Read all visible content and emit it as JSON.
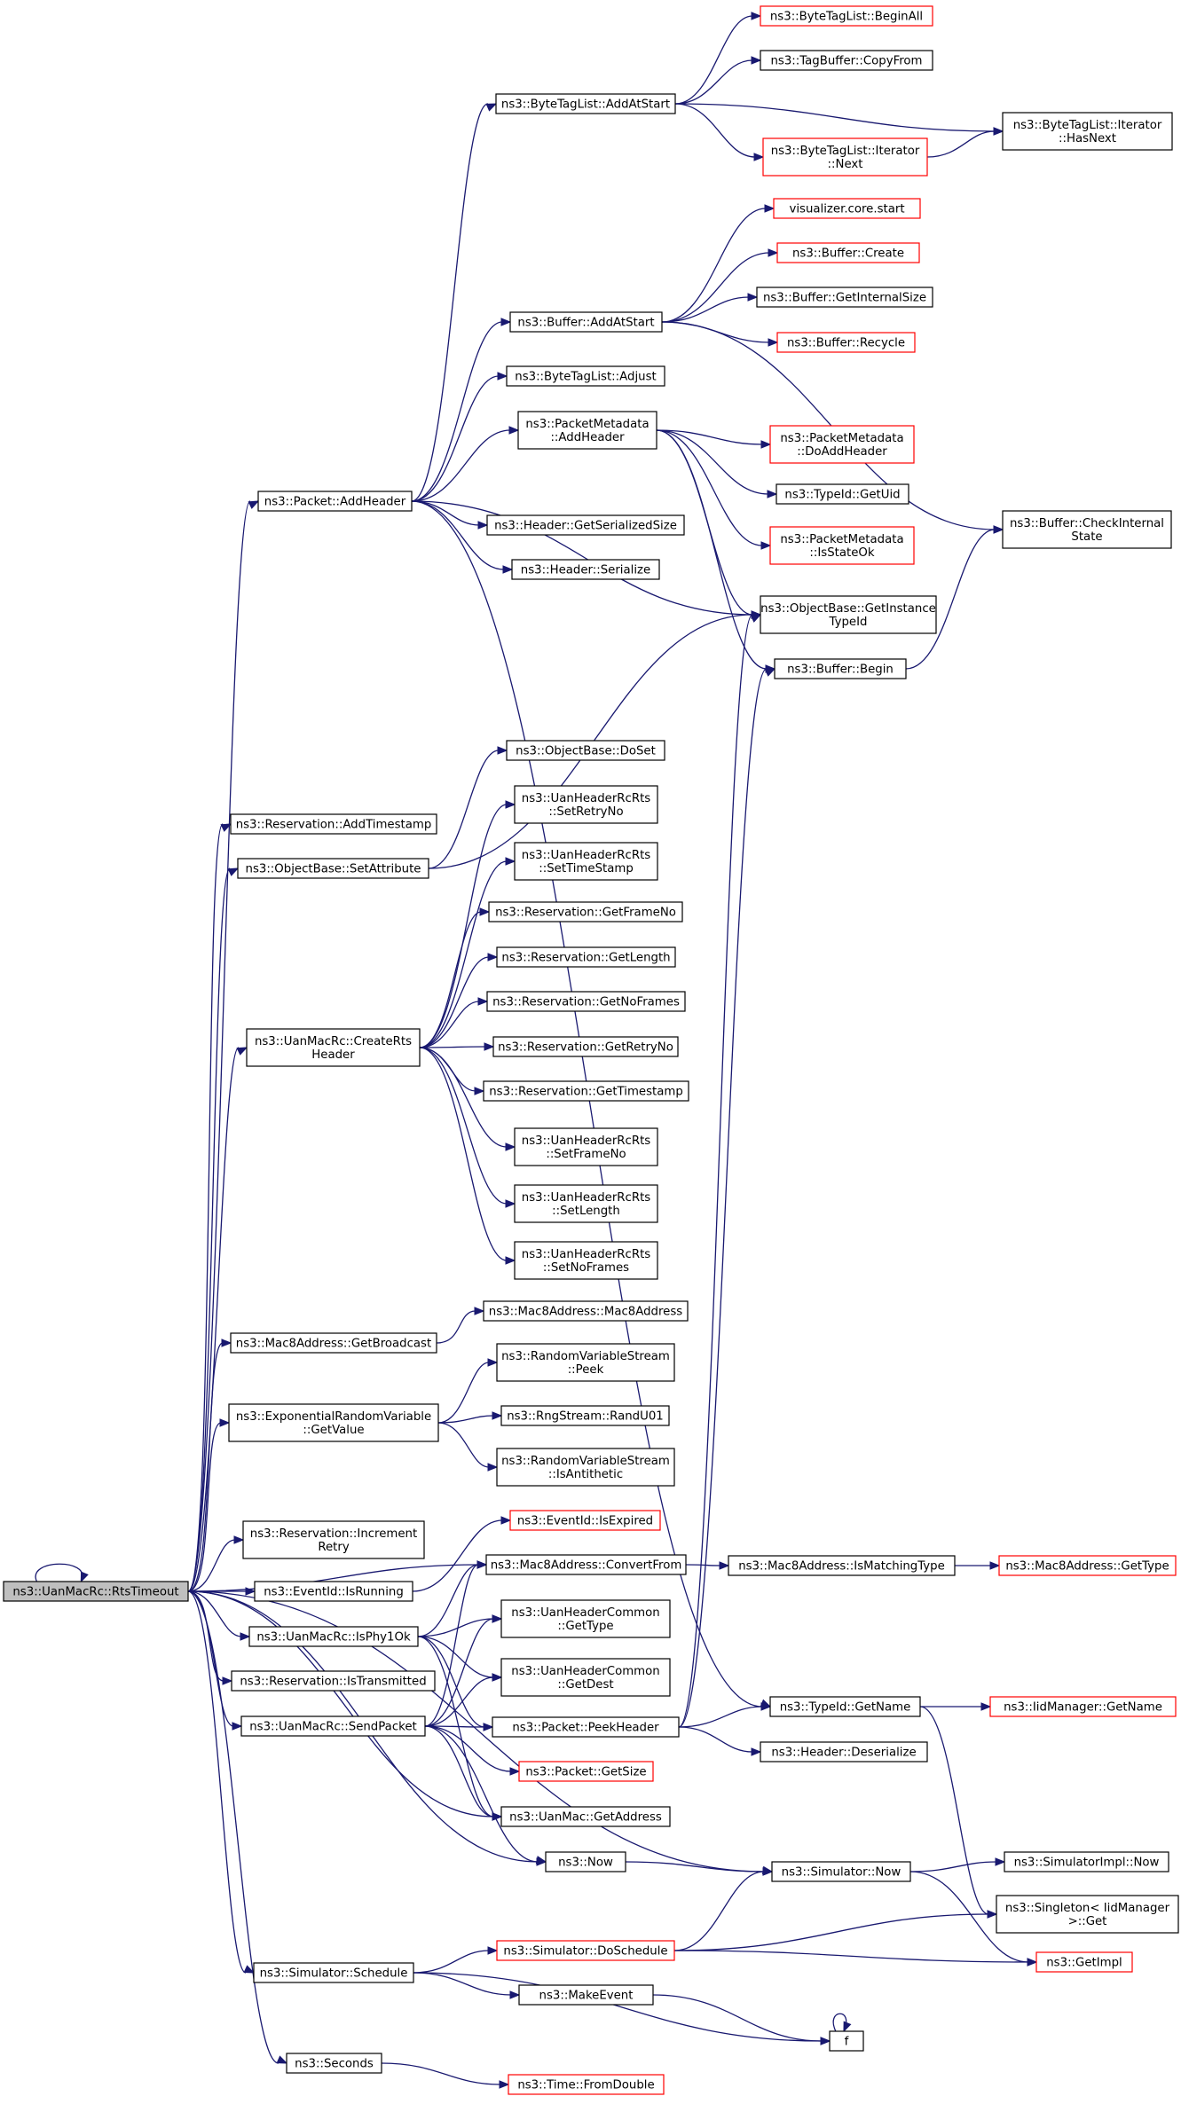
{
  "graph": {
    "root": "RtsTimeout",
    "colors": {
      "edge": "#191970",
      "normal_border": "#000000",
      "truncated_border": "#ff0000",
      "root_fill": "#bfbfbf"
    },
    "nodes": [
      {
        "id": "RtsTimeout",
        "lines": [
          "ns3::UanMacRc::RtsTimeout"
        ],
        "style": "root"
      },
      {
        "id": "AddHeader",
        "lines": [
          "ns3::Packet::AddHeader"
        ]
      },
      {
        "id": "ResAddTs",
        "lines": [
          "ns3::Reservation::AddTimestamp"
        ]
      },
      {
        "id": "SetAttribute",
        "lines": [
          "ns3::ObjectBase::SetAttribute"
        ]
      },
      {
        "id": "CreateRtsHeader",
        "lines": [
          "ns3::UanMacRc::CreateRts",
          "Header"
        ]
      },
      {
        "id": "GetBroadcast",
        "lines": [
          "ns3::Mac8Address::GetBroadcast"
        ]
      },
      {
        "id": "ExpGetValue",
        "lines": [
          "ns3::ExponentialRandomVariable",
          "::GetValue"
        ]
      },
      {
        "id": "IncRetry",
        "lines": [
          "ns3::Reservation::Increment",
          "Retry"
        ]
      },
      {
        "id": "IsRunning",
        "lines": [
          "ns3::EventId::IsRunning"
        ]
      },
      {
        "id": "IsPhy1Ok",
        "lines": [
          "ns3::UanMacRc::IsPhy1Ok"
        ]
      },
      {
        "id": "IsTransmitted",
        "lines": [
          "ns3::Reservation::IsTransmitted"
        ]
      },
      {
        "id": "SendPacket",
        "lines": [
          "ns3::UanMacRc::SendPacket"
        ]
      },
      {
        "id": "SimSchedule",
        "lines": [
          "ns3::Simulator::Schedule"
        ]
      },
      {
        "id": "Seconds",
        "lines": [
          "ns3::Seconds"
        ]
      },
      {
        "id": "BTLAddAtStart",
        "lines": [
          "ns3::ByteTagList::AddAtStart"
        ]
      },
      {
        "id": "BufAddAtStart",
        "lines": [
          "ns3::Buffer::AddAtStart"
        ]
      },
      {
        "id": "BTLAdjust",
        "lines": [
          "ns3::ByteTagList::Adjust"
        ]
      },
      {
        "id": "PMAddHeader",
        "lines": [
          "ns3::PacketMetadata",
          "::AddHeader"
        ]
      },
      {
        "id": "HdrSerSize",
        "lines": [
          "ns3::Header::GetSerializedSize"
        ]
      },
      {
        "id": "HdrSerialize",
        "lines": [
          "ns3::Header::Serialize"
        ]
      },
      {
        "id": "DoSet",
        "lines": [
          "ns3::ObjectBase::DoSet"
        ]
      },
      {
        "id": "SetRetryNo",
        "lines": [
          "ns3::UanHeaderRcRts",
          "::SetRetryNo"
        ]
      },
      {
        "id": "SetTimeStamp",
        "lines": [
          "ns3::UanHeaderRcRts",
          "::SetTimeStamp"
        ]
      },
      {
        "id": "GetFrameNo",
        "lines": [
          "ns3::Reservation::GetFrameNo"
        ]
      },
      {
        "id": "GetLength",
        "lines": [
          "ns3::Reservation::GetLength"
        ]
      },
      {
        "id": "GetNoFrames",
        "lines": [
          "ns3::Reservation::GetNoFrames"
        ]
      },
      {
        "id": "GetRetryNo",
        "lines": [
          "ns3::Reservation::GetRetryNo"
        ]
      },
      {
        "id": "GetTimestamp",
        "lines": [
          "ns3::Reservation::GetTimestamp"
        ]
      },
      {
        "id": "SetFrameNo",
        "lines": [
          "ns3::UanHeaderRcRts",
          "::SetFrameNo"
        ]
      },
      {
        "id": "SetLength",
        "lines": [
          "ns3::UanHeaderRcRts",
          "::SetLength"
        ]
      },
      {
        "id": "SetNoFrames",
        "lines": [
          "ns3::UanHeaderRcRts",
          "::SetNoFrames"
        ]
      },
      {
        "id": "Mac8Ctor",
        "lines": [
          "ns3::Mac8Address::Mac8Address"
        ]
      },
      {
        "id": "RVSPeek",
        "lines": [
          "ns3::RandomVariableStream",
          "::Peek"
        ]
      },
      {
        "id": "RandU01",
        "lines": [
          "ns3::RngStream::RandU01"
        ]
      },
      {
        "id": "IsAntithetic",
        "lines": [
          "ns3::RandomVariableStream",
          "::IsAntithetic"
        ]
      },
      {
        "id": "IsExpired",
        "lines": [
          "ns3::EventId::IsExpired"
        ],
        "style": "red"
      },
      {
        "id": "ConvertFrom",
        "lines": [
          "ns3::Mac8Address::ConvertFrom"
        ]
      },
      {
        "id": "HCGetType",
        "lines": [
          "ns3::UanHeaderCommon",
          "::GetType"
        ]
      },
      {
        "id": "HCGetDest",
        "lines": [
          "ns3::UanHeaderCommon",
          "::GetDest"
        ]
      },
      {
        "id": "PeekHeader",
        "lines": [
          "ns3::Packet::PeekHeader"
        ]
      },
      {
        "id": "PktGetSize",
        "lines": [
          "ns3::Packet::GetSize"
        ],
        "style": "red"
      },
      {
        "id": "UanMacGetAddr",
        "lines": [
          "ns3::UanMac::GetAddress"
        ]
      },
      {
        "id": "Now",
        "lines": [
          "ns3::Now"
        ]
      },
      {
        "id": "DoSchedule",
        "lines": [
          "ns3::Simulator::DoSchedule"
        ],
        "style": "red"
      },
      {
        "id": "MakeEvent",
        "lines": [
          "ns3::MakeEvent"
        ]
      },
      {
        "id": "FromDouble",
        "lines": [
          "ns3::Time::FromDouble"
        ],
        "style": "red"
      },
      {
        "id": "BeginAll",
        "lines": [
          "ns3::ByteTagList::BeginAll"
        ],
        "style": "red"
      },
      {
        "id": "TBCopyFrom",
        "lines": [
          "ns3::TagBuffer::CopyFrom"
        ]
      },
      {
        "id": "IterNext",
        "lines": [
          "ns3::ByteTagList::Iterator",
          "::Next"
        ],
        "style": "red"
      },
      {
        "id": "IterHasNext",
        "lines": [
          "ns3::ByteTagList::Iterator",
          "::HasNext"
        ]
      },
      {
        "id": "VizStart",
        "lines": [
          "visualizer.core.start"
        ],
        "style": "red"
      },
      {
        "id": "BufCreate",
        "lines": [
          "ns3::Buffer::Create"
        ],
        "style": "red"
      },
      {
        "id": "BufGetIntSize",
        "lines": [
          "ns3::Buffer::GetInternalSize"
        ]
      },
      {
        "id": "BufRecycle",
        "lines": [
          "ns3::Buffer::Recycle"
        ],
        "style": "red"
      },
      {
        "id": "PMDoAddHeader",
        "lines": [
          "ns3::PacketMetadata",
          "::DoAddHeader"
        ],
        "style": "red"
      },
      {
        "id": "TypeIdGetUid",
        "lines": [
          "ns3::TypeId::GetUid"
        ]
      },
      {
        "id": "PMIsStateOk",
        "lines": [
          "ns3::PacketMetadata",
          "::IsStateOk"
        ],
        "style": "red"
      },
      {
        "id": "GetInstTypeId",
        "lines": [
          "ns3::ObjectBase::GetInstance",
          "TypeId"
        ]
      },
      {
        "id": "BufBegin",
        "lines": [
          "ns3::Buffer::Begin"
        ]
      },
      {
        "id": "IsMatchingType",
        "lines": [
          "ns3::Mac8Address::IsMatchingType"
        ]
      },
      {
        "id": "TypeIdGetName",
        "lines": [
          "ns3::TypeId::GetName"
        ]
      },
      {
        "id": "HdrDeserialize",
        "lines": [
          "ns3::Header::Deserialize"
        ]
      },
      {
        "id": "SimNow",
        "lines": [
          "ns3::Simulator::Now"
        ]
      },
      {
        "id": "f",
        "lines": [
          "f"
        ]
      },
      {
        "id": "BufCheckInt",
        "lines": [
          "ns3::Buffer::CheckInternal",
          "State"
        ]
      },
      {
        "id": "Mac8GetType",
        "lines": [
          "ns3::Mac8Address::GetType"
        ],
        "style": "red"
      },
      {
        "id": "IidGetName",
        "lines": [
          "ns3::IidManager::GetName"
        ],
        "style": "red"
      },
      {
        "id": "SimImplNow",
        "lines": [
          "ns3::SimulatorImpl::Now"
        ]
      },
      {
        "id": "SingletonGet",
        "lines": [
          "ns3::Singleton< IidManager",
          ">::Get"
        ]
      },
      {
        "id": "GetImpl",
        "lines": [
          "ns3::GetImpl"
        ],
        "style": "red"
      }
    ],
    "edges": [
      [
        "RtsTimeout",
        "RtsTimeout"
      ],
      [
        "RtsTimeout",
        "AddHeader"
      ],
      [
        "RtsTimeout",
        "ResAddTs"
      ],
      [
        "RtsTimeout",
        "SetAttribute"
      ],
      [
        "RtsTimeout",
        "CreateRtsHeader"
      ],
      [
        "RtsTimeout",
        "GetBroadcast"
      ],
      [
        "RtsTimeout",
        "ExpGetValue"
      ],
      [
        "RtsTimeout",
        "IncRetry"
      ],
      [
        "RtsTimeout",
        "IsRunning"
      ],
      [
        "RtsTimeout",
        "IsPhy1Ok"
      ],
      [
        "RtsTimeout",
        "IsTransmitted"
      ],
      [
        "RtsTimeout",
        "SendPacket"
      ],
      [
        "RtsTimeout",
        "SimSchedule"
      ],
      [
        "RtsTimeout",
        "Seconds"
      ],
      [
        "RtsTimeout",
        "ConvertFrom"
      ],
      [
        "RtsTimeout",
        "UanMacGetAddr"
      ],
      [
        "RtsTimeout",
        "Now"
      ],
      [
        "RtsTimeout",
        "SimNow"
      ],
      [
        "AddHeader",
        "BTLAddAtStart"
      ],
      [
        "AddHeader",
        "BufAddAtStart"
      ],
      [
        "AddHeader",
        "BTLAdjust"
      ],
      [
        "AddHeader",
        "PMAddHeader"
      ],
      [
        "AddHeader",
        "HdrSerSize"
      ],
      [
        "AddHeader",
        "HdrSerialize"
      ],
      [
        "AddHeader",
        "GetInstTypeId"
      ],
      [
        "AddHeader",
        "TypeIdGetName"
      ],
      [
        "BTLAddAtStart",
        "BeginAll"
      ],
      [
        "BTLAddAtStart",
        "TBCopyFrom"
      ],
      [
        "BTLAddAtStart",
        "IterNext"
      ],
      [
        "BTLAddAtStart",
        "IterHasNext"
      ],
      [
        "IterNext",
        "IterHasNext"
      ],
      [
        "BufAddAtStart",
        "VizStart"
      ],
      [
        "BufAddAtStart",
        "BufCreate"
      ],
      [
        "BufAddAtStart",
        "BufGetIntSize"
      ],
      [
        "BufAddAtStart",
        "BufRecycle"
      ],
      [
        "BufAddAtStart",
        "BufCheckInt"
      ],
      [
        "PMAddHeader",
        "PMDoAddHeader"
      ],
      [
        "PMAddHeader",
        "TypeIdGetUid"
      ],
      [
        "PMAddHeader",
        "PMIsStateOk"
      ],
      [
        "PMAddHeader",
        "GetInstTypeId"
      ],
      [
        "PMAddHeader",
        "BufBegin"
      ],
      [
        "BufBegin",
        "BufCheckInt"
      ],
      [
        "SetAttribute",
        "DoSet"
      ],
      [
        "SetAttribute",
        "GetInstTypeId"
      ],
      [
        "CreateRtsHeader",
        "SetRetryNo"
      ],
      [
        "CreateRtsHeader",
        "SetTimeStamp"
      ],
      [
        "CreateRtsHeader",
        "GetFrameNo"
      ],
      [
        "CreateRtsHeader",
        "GetLength"
      ],
      [
        "CreateRtsHeader",
        "GetNoFrames"
      ],
      [
        "CreateRtsHeader",
        "GetRetryNo"
      ],
      [
        "CreateRtsHeader",
        "GetTimestamp"
      ],
      [
        "CreateRtsHeader",
        "SetFrameNo"
      ],
      [
        "CreateRtsHeader",
        "SetLength"
      ],
      [
        "CreateRtsHeader",
        "SetNoFrames"
      ],
      [
        "GetBroadcast",
        "Mac8Ctor"
      ],
      [
        "ExpGetValue",
        "RVSPeek"
      ],
      [
        "ExpGetValue",
        "RandU01"
      ],
      [
        "ExpGetValue",
        "IsAntithetic"
      ],
      [
        "IsRunning",
        "IsExpired"
      ],
      [
        "IsPhy1Ok",
        "ConvertFrom"
      ],
      [
        "IsPhy1Ok",
        "HCGetType"
      ],
      [
        "IsPhy1Ok",
        "HCGetDest"
      ],
      [
        "IsPhy1Ok",
        "PeekHeader"
      ],
      [
        "IsPhy1Ok",
        "UanMacGetAddr"
      ],
      [
        "SendPacket",
        "ConvertFrom"
      ],
      [
        "SendPacket",
        "HCGetType"
      ],
      [
        "SendPacket",
        "HCGetDest"
      ],
      [
        "SendPacket",
        "PeekHeader"
      ],
      [
        "SendPacket",
        "PktGetSize"
      ],
      [
        "SendPacket",
        "UanMacGetAddr"
      ],
      [
        "SendPacket",
        "Now"
      ],
      [
        "ConvertFrom",
        "IsMatchingType"
      ],
      [
        "IsMatchingType",
        "Mac8GetType"
      ],
      [
        "PeekHeader",
        "TypeIdGetName"
      ],
      [
        "PeekHeader",
        "HdrDeserialize"
      ],
      [
        "PeekHeader",
        "GetInstTypeId"
      ],
      [
        "PeekHeader",
        "BufBegin"
      ],
      [
        "TypeIdGetName",
        "IidGetName"
      ],
      [
        "TypeIdGetName",
        "SingletonGet"
      ],
      [
        "Now",
        "SimNow"
      ],
      [
        "SimNow",
        "SimImplNow"
      ],
      [
        "SimNow",
        "GetImpl"
      ],
      [
        "SimSchedule",
        "DoSchedule"
      ],
      [
        "SimSchedule",
        "MakeEvent"
      ],
      [
        "SimSchedule",
        "f"
      ],
      [
        "DoSchedule",
        "SimNow"
      ],
      [
        "DoSchedule",
        "SingletonGet"
      ],
      [
        "DoSchedule",
        "GetImpl"
      ],
      [
        "MakeEvent",
        "f"
      ],
      [
        "f",
        "f"
      ],
      [
        "Seconds",
        "FromDouble"
      ]
    ]
  }
}
